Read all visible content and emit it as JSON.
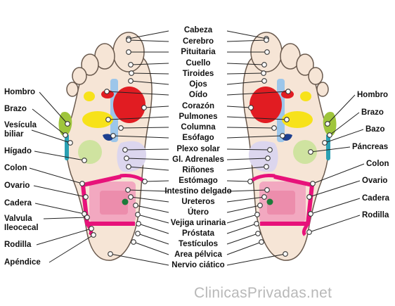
{
  "center_labels": [
    "Cabeza",
    "Cerebro",
    "Pituitaria",
    "Cuello",
    "Tiroides",
    "Ojos",
    "Oído",
    "Corazón",
    "Pulmones",
    "Columna",
    "Esófago",
    "Plexo solar",
    "Gl. Adrenales",
    "Riñones",
    "Estómago",
    "Intestino delgado",
    "Ureteros",
    "Útero",
    "Vejiga urinaria",
    "Próstata",
    "Testículos",
    "Area pélvica",
    "Nervio ciático"
  ],
  "left_labels": [
    "Hombro",
    "Brazo",
    "Vesícula",
    "biliar",
    "Hígado",
    "Colon",
    "Ovario",
    "Cadera",
    "Valvula",
    "Ileocecal",
    "Rodilla",
    "Apéndice"
  ],
  "right_labels": [
    "Hombro",
    "Brazo",
    "Bazo",
    "Páncreas",
    "Colon",
    "Ovario",
    "Cadera",
    "Rodilla"
  ],
  "watermark": {
    "part1": "Clinicas",
    "part2": "Privadas",
    "part3": ".net"
  },
  "colors": {
    "foot_fill": "#f6e5d6",
    "foot_stroke": "#6a5a4e",
    "heart_red": "#e11c22",
    "lung_yellow": "#f7e21a",
    "spine_blue": "#9cc6ea",
    "magenta": "#e7127a",
    "pink_zone": "#f2a8c0",
    "green": "#9fc53c",
    "teal": "#2aa0b3",
    "lavender": "#dcd6ee",
    "dark_blue": "#1d3f8f",
    "line": "#222222",
    "dot_fill": "#ffffff",
    "dot_stroke": "#333333",
    "watermark": "#b8b8b8"
  }
}
